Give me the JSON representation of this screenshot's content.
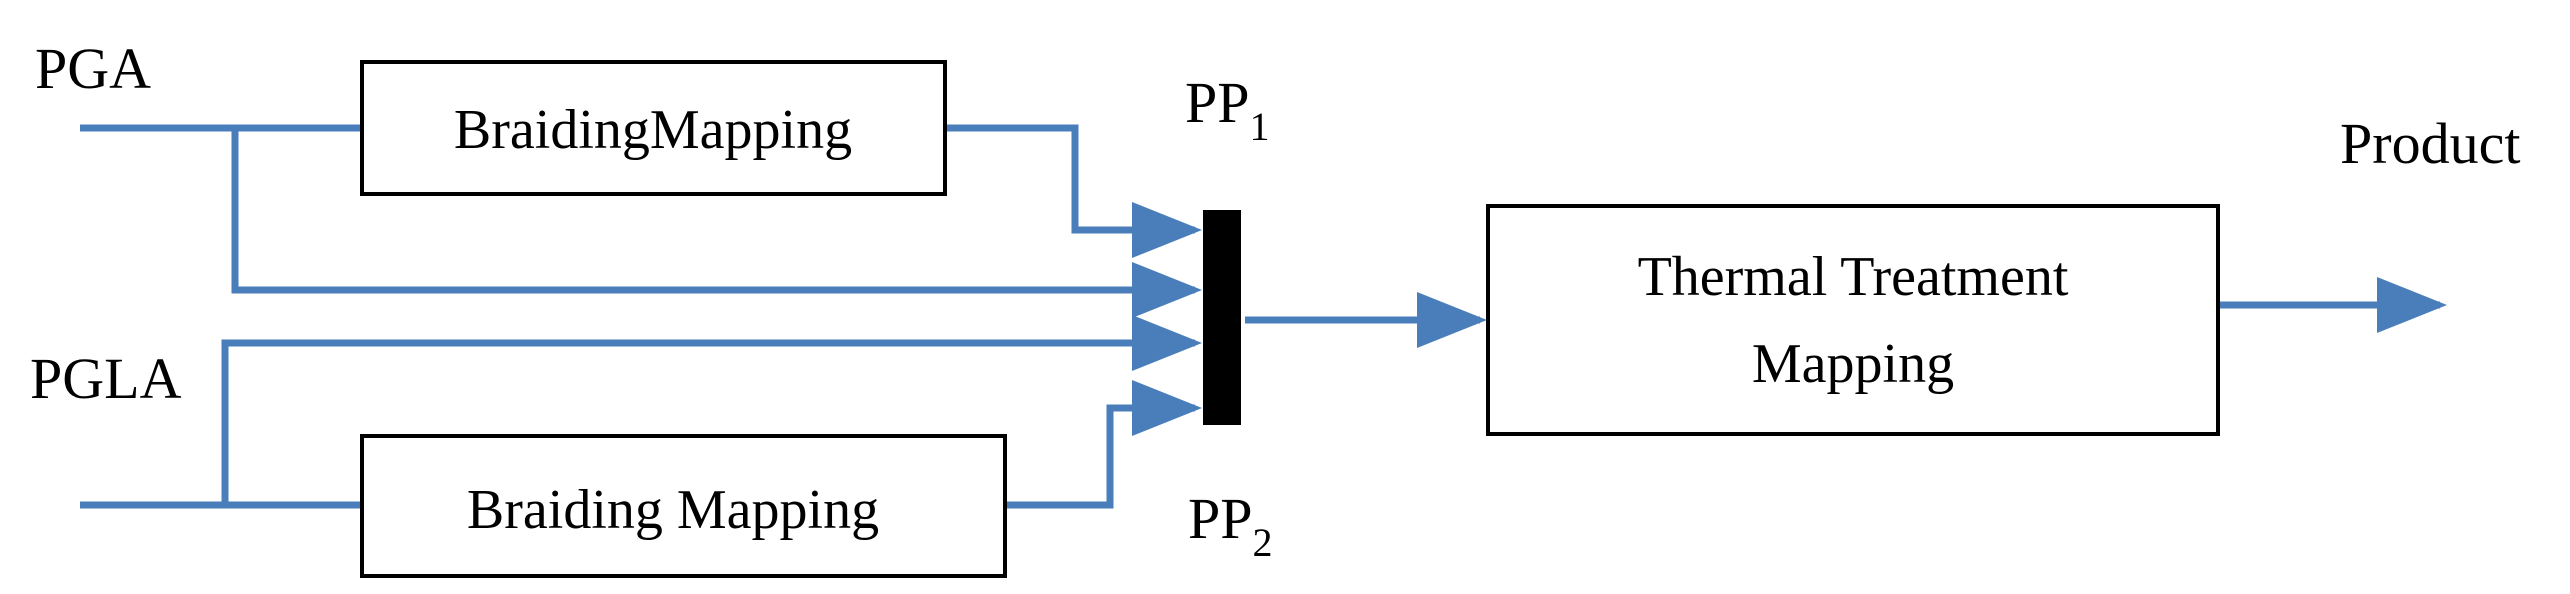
{
  "inputs": {
    "pga": "PGA",
    "pgla": "PGLA"
  },
  "boxes": {
    "braiding_top": "BraidingMapping",
    "braiding_bottom": "Braiding Mapping",
    "thermal_line1": "Thermal Treatment",
    "thermal_line2": "Mapping"
  },
  "join_labels": {
    "pp1_base": "PP",
    "pp1_sub": "1",
    "pp2_base": "PP",
    "pp2_sub": "2"
  },
  "output": {
    "product": "Product"
  },
  "colors": {
    "line": "#4a7ebb",
    "box_border": "#000000",
    "join_bar": "#000000",
    "text": "#000000"
  }
}
